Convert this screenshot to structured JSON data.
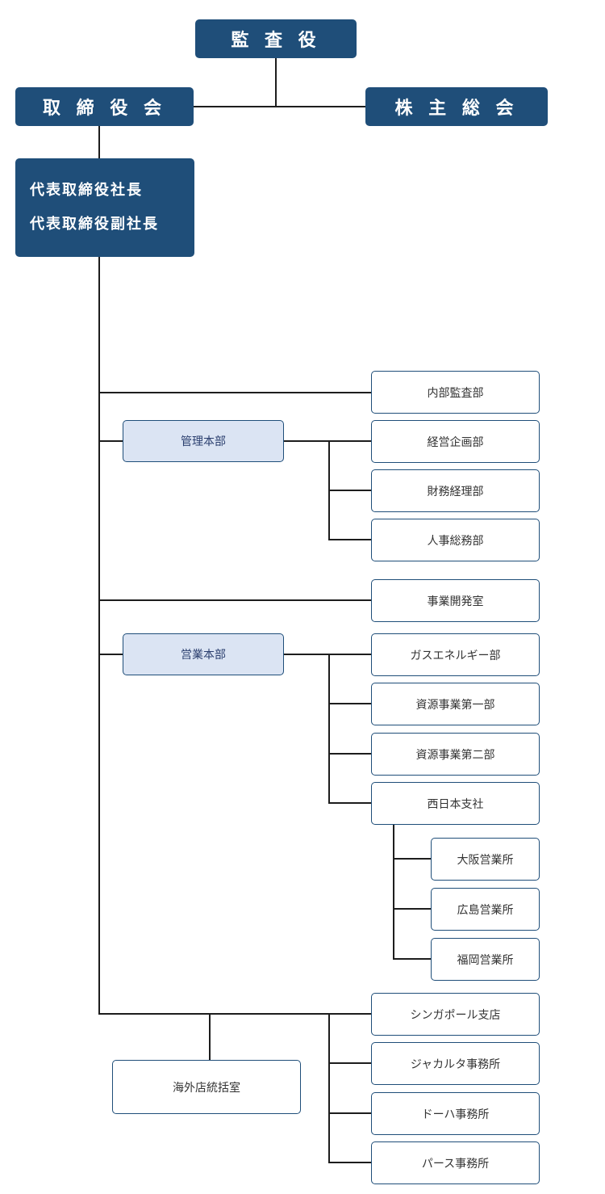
{
  "top": {
    "auditor": "監 査 役",
    "board": "取 締 役 会",
    "shareholders": "株 主 総 会",
    "president": "代表取締役社長",
    "vice_president": "代表取締役副社長"
  },
  "divisions": {
    "internal_audit": "内部監査部",
    "admin_hq": "管理本部",
    "admin": [
      "経営企画部",
      "財務経理部",
      "人事総務部"
    ],
    "business_dev": "事業開発室",
    "sales_hq": "営業本部",
    "sales": [
      "ガスエネルギー部",
      "資源事業第一部",
      "資源事業第二部",
      "西日本支社"
    ],
    "west_japan": [
      "大阪営業所",
      "広島営業所",
      "福岡営業所"
    ],
    "overseas_hq": "海外店統括室",
    "overseas": [
      "シンガポール支店",
      "ジャカルタ事務所",
      "ドーハ事務所",
      "パース事務所"
    ]
  }
}
